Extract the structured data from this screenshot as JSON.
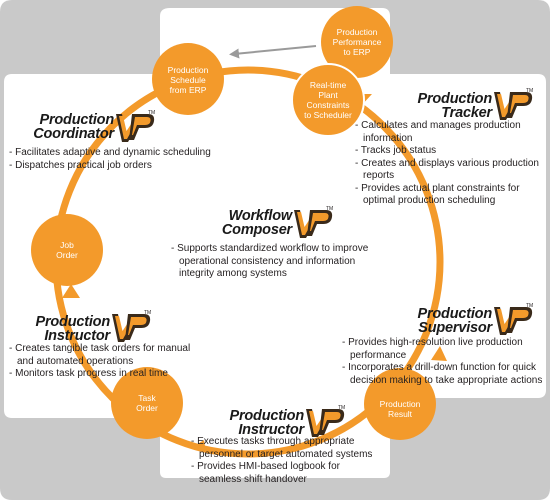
{
  "brand": {
    "mark": "VP",
    "tm": "TM",
    "colors": {
      "orange": "#f39a2b",
      "panel_gray": "#c9c9c9",
      "white": "#ffffff",
      "text": "#231f20"
    }
  },
  "nodes": {
    "performance": "Production\nPerformance\nto ERP",
    "schedule": "Production\nSchedule\nfrom ERP",
    "constraints": "Real-time\nPlant\nConstraints\nto Scheduler",
    "job_order": "Job\nOrder",
    "task_order": "Task\nOrder",
    "result": "Production\nResult"
  },
  "modules": {
    "coordinator": {
      "title": [
        "Production",
        "Coordinator"
      ],
      "bullets": [
        "- Facilitates adaptive and dynamic scheduling",
        "- Dispatches practical job orders"
      ]
    },
    "tracker": {
      "title": [
        "Production",
        "Tracker"
      ],
      "bullets": [
        "- Calculates and manages production",
        "  information",
        "- Tracks job status",
        "- Creates and displays various production",
        "  reports",
        "- Provides actual plant constraints for",
        "  optimal production scheduling"
      ]
    },
    "composer": {
      "title": [
        "Workflow",
        "Composer"
      ],
      "bullets": [
        "- Supports standardized workflow to  improve",
        "  operational consistency and  information",
        "  integrity among systems"
      ]
    },
    "instructor_left": {
      "title": [
        "Production",
        "Instructor"
      ],
      "bullets": [
        "- Creates tangible task orders for manual",
        "  and automated operations",
        "- Monitors task progress in real time"
      ]
    },
    "supervisor": {
      "title": [
        "Production",
        "Supervisor"
      ],
      "bullets": [
        "- Provides high-resolution live production",
        "  performance",
        "- Incorporates a drill-down function for quick",
        "  decision making to take appropriate actions"
      ]
    },
    "instructor_bottom": {
      "title": [
        "Production",
        "Instructor"
      ],
      "bullets": [
        "- Executes tasks through appropriate",
        "  personnel or target automated systems",
        "- Provides HMI-based logbook for",
        "  seamless shift handover"
      ]
    }
  }
}
